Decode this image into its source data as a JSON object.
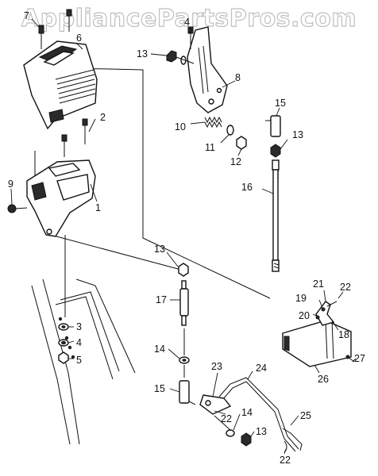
{
  "watermark": "AppliancePartsPros.com",
  "callouts": [
    {
      "id": "c7a",
      "text": "7"
    },
    {
      "id": "c6",
      "text": "6"
    },
    {
      "id": "c4a",
      "text": "4"
    },
    {
      "id": "c13a",
      "text": "13"
    },
    {
      "id": "c8",
      "text": "8"
    },
    {
      "id": "c15a",
      "text": "15"
    },
    {
      "id": "c2",
      "text": "2"
    },
    {
      "id": "c10",
      "text": "10"
    },
    {
      "id": "c11",
      "text": "11"
    },
    {
      "id": "c12",
      "text": "12"
    },
    {
      "id": "c13b",
      "text": "13"
    },
    {
      "id": "c16",
      "text": "16"
    },
    {
      "id": "c9",
      "text": "9"
    },
    {
      "id": "c1",
      "text": "1"
    },
    {
      "id": "c13c",
      "text": "13"
    },
    {
      "id": "c17",
      "text": "17"
    },
    {
      "id": "c22a",
      "text": "22"
    },
    {
      "id": "c21",
      "text": "21"
    },
    {
      "id": "c19",
      "text": "19"
    },
    {
      "id": "c20",
      "text": "20"
    },
    {
      "id": "c18",
      "text": "18"
    },
    {
      "id": "c3",
      "text": "3"
    },
    {
      "id": "c4b",
      "text": "4"
    },
    {
      "id": "c5",
      "text": "5"
    },
    {
      "id": "c14a",
      "text": "14"
    },
    {
      "id": "c27",
      "text": "27"
    },
    {
      "id": "c26",
      "text": "26"
    },
    {
      "id": "c23",
      "text": "23"
    },
    {
      "id": "c24",
      "text": "24"
    },
    {
      "id": "c15b",
      "text": "15"
    },
    {
      "id": "c22b",
      "text": "22"
    },
    {
      "id": "c14b",
      "text": "14"
    },
    {
      "id": "c25",
      "text": "25"
    },
    {
      "id": "c13d",
      "text": "13"
    },
    {
      "id": "c22c",
      "text": "22"
    }
  ]
}
